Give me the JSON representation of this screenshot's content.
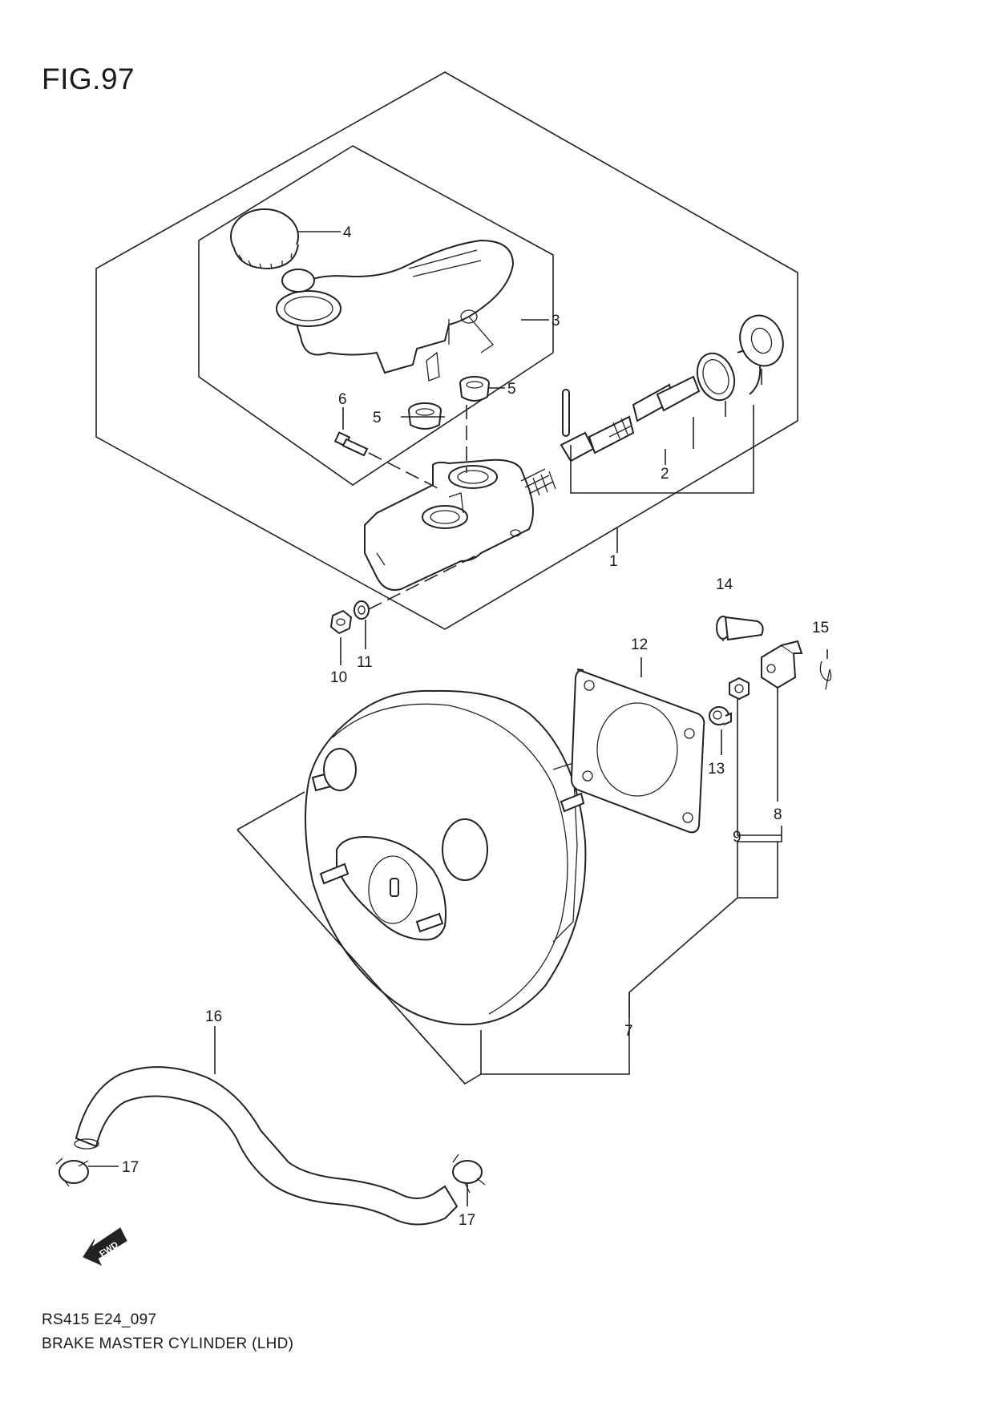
{
  "figure": {
    "title": "FIG.97"
  },
  "footer": {
    "code": "RS415 E24_097",
    "caption": "BRAKE MASTER CYLINDER (LHD)"
  },
  "fwd_label": "FWD",
  "callouts": {
    "c1": "1",
    "c2": "2",
    "c3": "3",
    "c4": "4",
    "c5a": "5",
    "c5b": "5",
    "c6": "6",
    "c7": "7",
    "c8": "8",
    "c9": "9",
    "c10": "10",
    "c11": "11",
    "c12": "12",
    "c13": "13",
    "c14": "14",
    "c15": "15",
    "c16": "16",
    "c17a": "17",
    "c17b": "17"
  }
}
